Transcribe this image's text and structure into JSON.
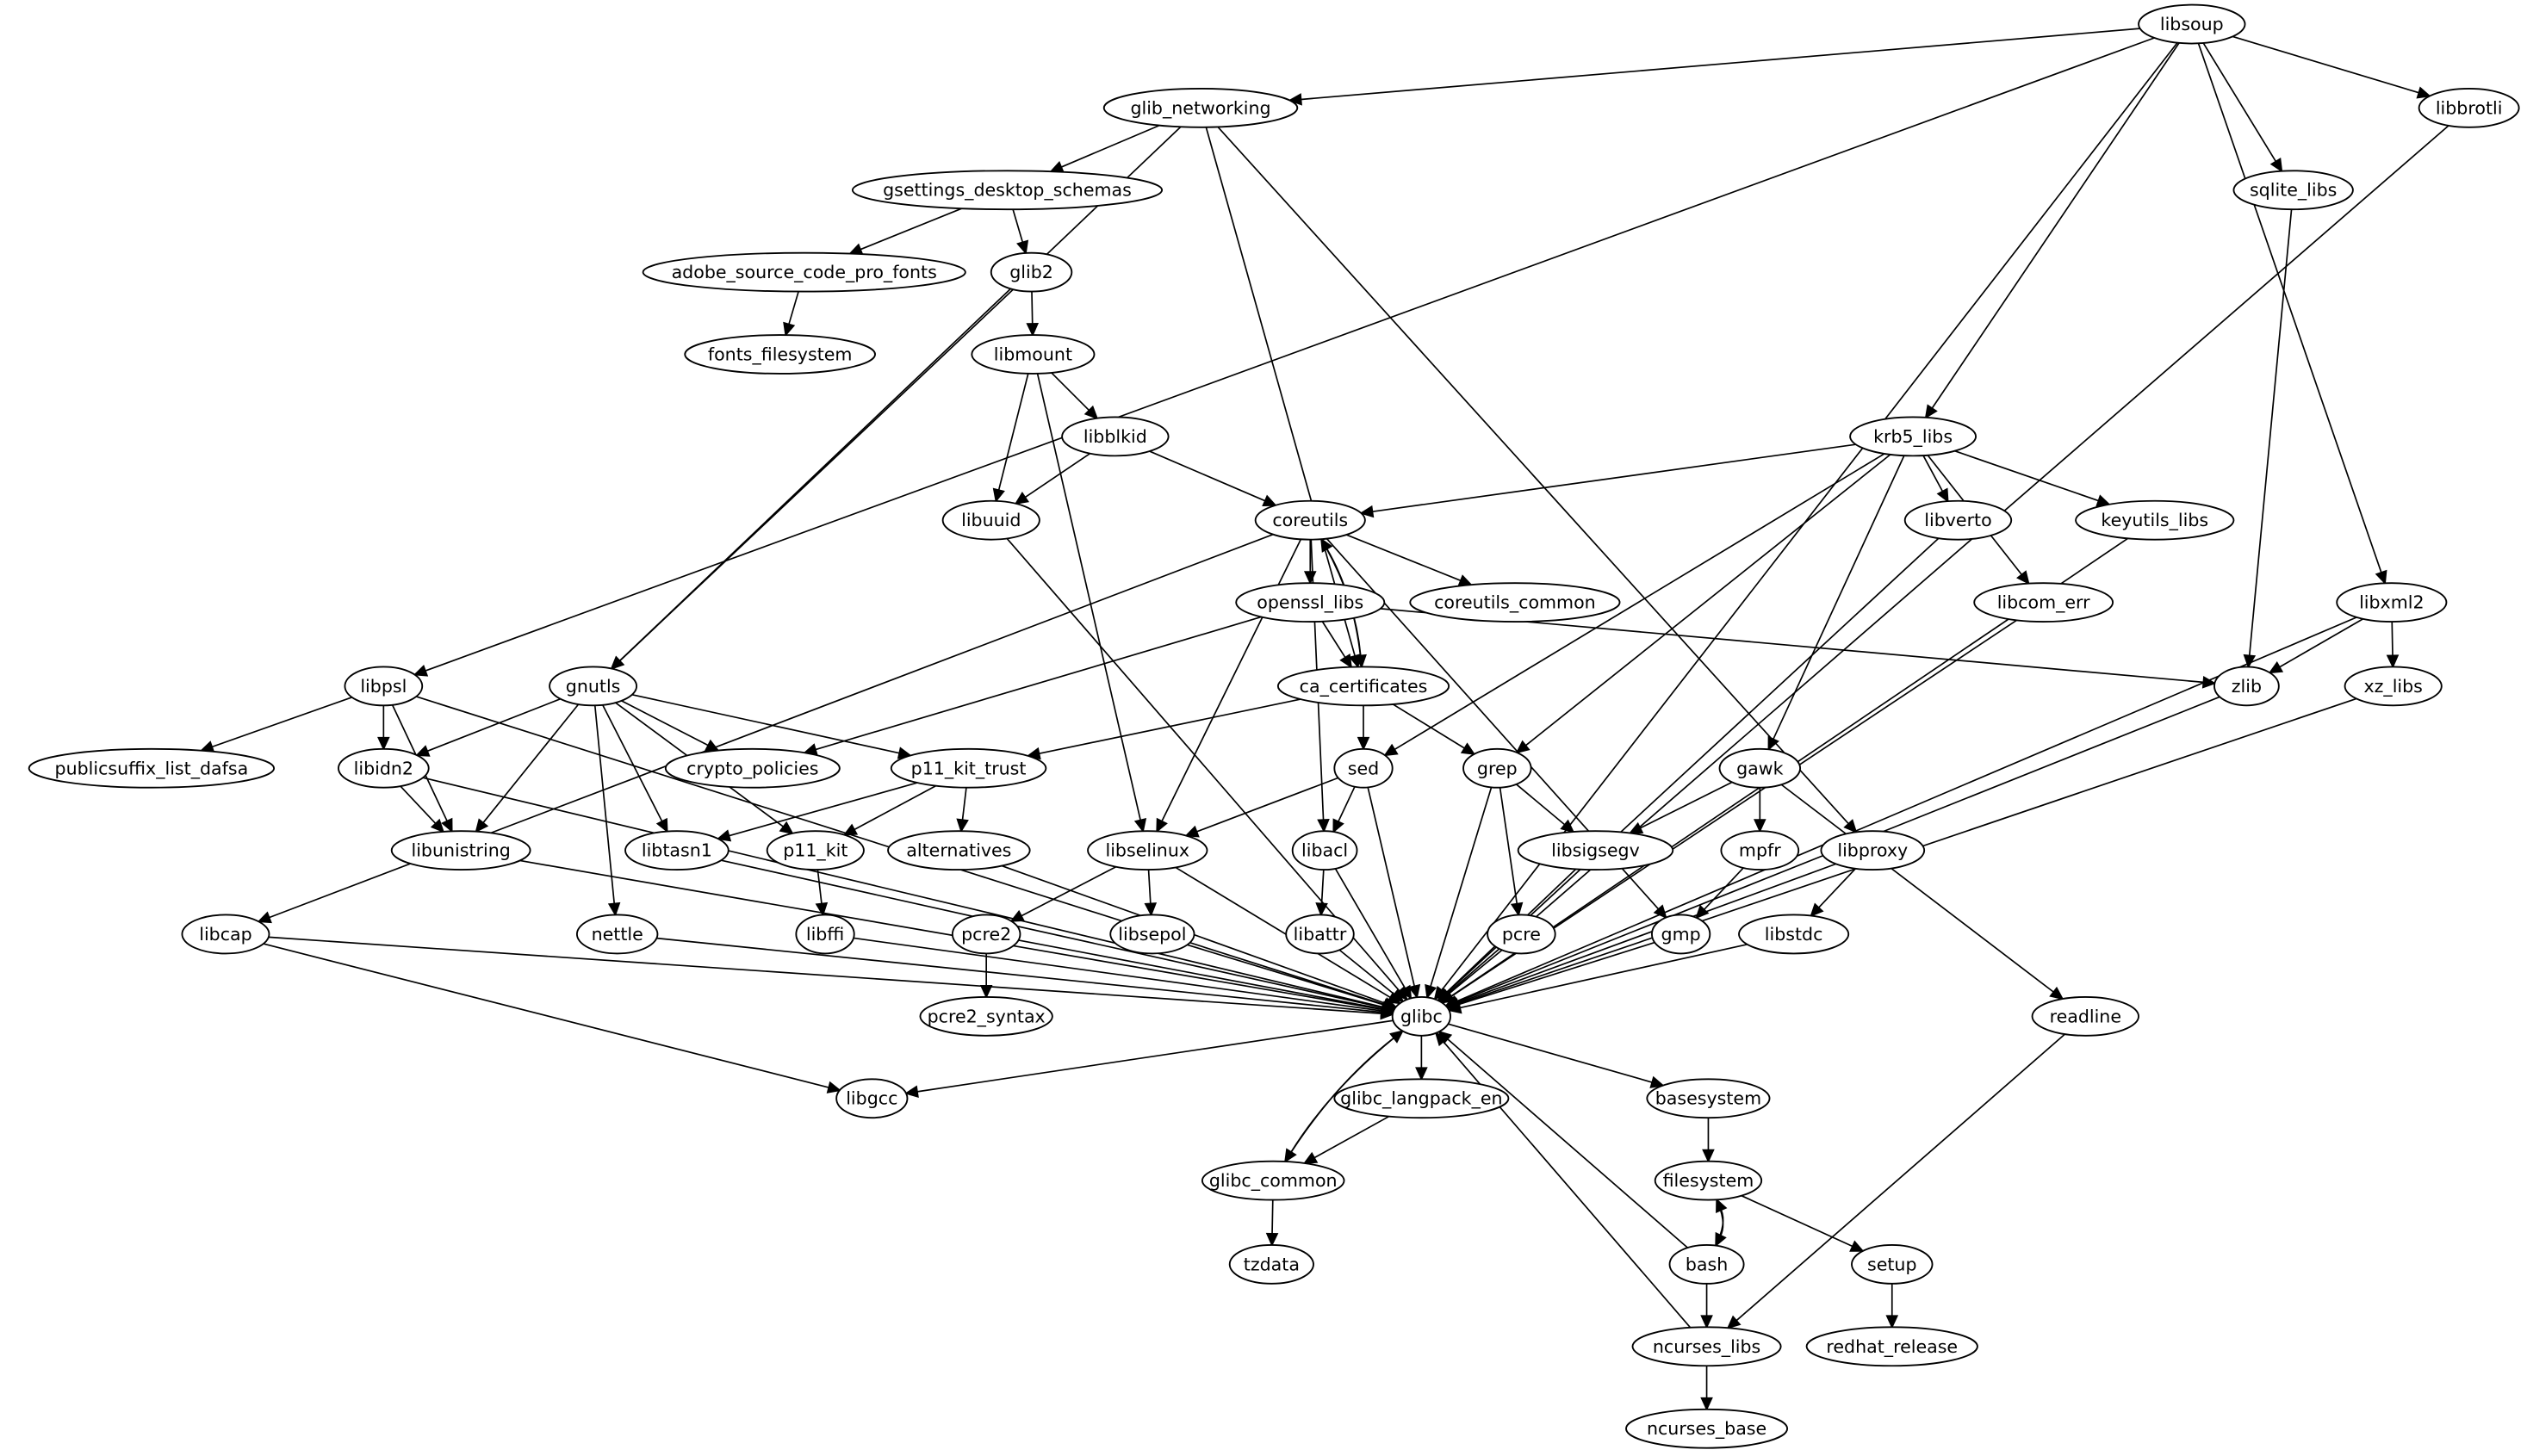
{
  "diagram": {
    "type": "directed-dependency-graph",
    "colors": {
      "node_stroke": "#000000",
      "node_fill": "#ffffff",
      "edge": "#000000",
      "background": "#ffffff"
    },
    "nodes": [
      {
        "id": "libsoup",
        "label": "libsoup"
      },
      {
        "id": "glib_networking",
        "label": "glib_networking"
      },
      {
        "id": "libbrotli",
        "label": "libbrotli"
      },
      {
        "id": "gsettings_desktop_schemas",
        "label": "gsettings_desktop_schemas"
      },
      {
        "id": "sqlite_libs",
        "label": "sqlite_libs"
      },
      {
        "id": "adobe_source_code_pro_fonts",
        "label": "adobe_source_code_pro_fonts"
      },
      {
        "id": "glib2",
        "label": "glib2"
      },
      {
        "id": "fonts_filesystem",
        "label": "fonts_filesystem"
      },
      {
        "id": "libmount",
        "label": "libmount"
      },
      {
        "id": "libblkid",
        "label": "libblkid"
      },
      {
        "id": "krb5_libs",
        "label": "krb5_libs"
      },
      {
        "id": "libuuid",
        "label": "libuuid"
      },
      {
        "id": "coreutils",
        "label": "coreutils"
      },
      {
        "id": "libverto",
        "label": "libverto"
      },
      {
        "id": "keyutils_libs",
        "label": "keyutils_libs"
      },
      {
        "id": "openssl_libs",
        "label": "openssl_libs"
      },
      {
        "id": "coreutils_common",
        "label": "coreutils_common"
      },
      {
        "id": "libcom_err",
        "label": "libcom_err"
      },
      {
        "id": "libxml2",
        "label": "libxml2"
      },
      {
        "id": "libpsl",
        "label": "libpsl"
      },
      {
        "id": "gnutls",
        "label": "gnutls"
      },
      {
        "id": "ca_certificates",
        "label": "ca_certificates"
      },
      {
        "id": "zlib",
        "label": "zlib"
      },
      {
        "id": "xz_libs",
        "label": "xz_libs"
      },
      {
        "id": "publicsuffix_list_dafsa",
        "label": "publicsuffix_list_dafsa"
      },
      {
        "id": "libidn2",
        "label": "libidn2"
      },
      {
        "id": "crypto_policies",
        "label": "crypto_policies"
      },
      {
        "id": "p11_kit_trust",
        "label": "p11_kit_trust"
      },
      {
        "id": "sed",
        "label": "sed"
      },
      {
        "id": "grep",
        "label": "grep"
      },
      {
        "id": "gawk",
        "label": "gawk"
      },
      {
        "id": "libunistring",
        "label": "libunistring"
      },
      {
        "id": "libtasn1",
        "label": "libtasn1"
      },
      {
        "id": "p11_kit",
        "label": "p11_kit"
      },
      {
        "id": "alternatives",
        "label": "alternatives"
      },
      {
        "id": "libselinux",
        "label": "libselinux"
      },
      {
        "id": "libacl",
        "label": "libacl"
      },
      {
        "id": "libsigsegv",
        "label": "libsigsegv"
      },
      {
        "id": "mpfr",
        "label": "mpfr"
      },
      {
        "id": "libproxy",
        "label": "libproxy"
      },
      {
        "id": "libcap",
        "label": "libcap"
      },
      {
        "id": "nettle",
        "label": "nettle"
      },
      {
        "id": "libffi",
        "label": "libffi"
      },
      {
        "id": "pcre2",
        "label": "pcre2"
      },
      {
        "id": "libsepol",
        "label": "libsepol"
      },
      {
        "id": "libattr",
        "label": "libattr"
      },
      {
        "id": "pcre",
        "label": "pcre"
      },
      {
        "id": "gmp",
        "label": "gmp"
      },
      {
        "id": "libstdc",
        "label": "libstdc"
      },
      {
        "id": "glibc",
        "label": "glibc"
      },
      {
        "id": "pcre2_syntax",
        "label": "pcre2_syntax"
      },
      {
        "id": "readline",
        "label": "readline"
      },
      {
        "id": "libgcc",
        "label": "libgcc"
      },
      {
        "id": "glibc_langpack_en",
        "label": "glibc_langpack_en"
      },
      {
        "id": "basesystem",
        "label": "basesystem"
      },
      {
        "id": "glibc_common",
        "label": "glibc_common"
      },
      {
        "id": "filesystem",
        "label": "filesystem"
      },
      {
        "id": "tzdata",
        "label": "tzdata"
      },
      {
        "id": "bash",
        "label": "bash"
      },
      {
        "id": "setup",
        "label": "setup"
      },
      {
        "id": "ncurses_libs",
        "label": "ncurses_libs"
      },
      {
        "id": "redhat_release",
        "label": "redhat_release"
      },
      {
        "id": "ncurses_base",
        "label": "ncurses_base"
      }
    ],
    "edges": [
      [
        "libsoup",
        "glib_networking"
      ],
      [
        "libsoup",
        "libpsl"
      ],
      [
        "libsoup",
        "libbrotli"
      ],
      [
        "libsoup",
        "sqlite_libs"
      ],
      [
        "libsoup",
        "krb5_libs"
      ],
      [
        "libsoup",
        "libxml2"
      ],
      [
        "libsoup",
        "glibc"
      ],
      [
        "glib_networking",
        "gsettings_desktop_schemas"
      ],
      [
        "glib_networking",
        "gnutls"
      ],
      [
        "glib_networking",
        "ca_certificates"
      ],
      [
        "glib_networking",
        "libproxy"
      ],
      [
        "gsettings_desktop_schemas",
        "adobe_source_code_pro_fonts"
      ],
      [
        "gsettings_desktop_schemas",
        "glib2"
      ],
      [
        "adobe_source_code_pro_fonts",
        "fonts_filesystem"
      ],
      [
        "glib2",
        "libmount"
      ],
      [
        "glib2",
        "gnutls"
      ],
      [
        "libmount",
        "libblkid"
      ],
      [
        "libmount",
        "libuuid"
      ],
      [
        "libmount",
        "libselinux"
      ],
      [
        "libblkid",
        "libuuid"
      ],
      [
        "libblkid",
        "coreutils"
      ],
      [
        "libuuid",
        "glibc"
      ],
      [
        "krb5_libs",
        "coreutils"
      ],
      [
        "krb5_libs",
        "libverto"
      ],
      [
        "krb5_libs",
        "keyutils_libs"
      ],
      [
        "krb5_libs",
        "libcom_err"
      ],
      [
        "krb5_libs",
        "sed"
      ],
      [
        "krb5_libs",
        "grep"
      ],
      [
        "krb5_libs",
        "gawk"
      ],
      [
        "coreutils",
        "openssl_libs"
      ],
      [
        "coreutils",
        "coreutils_common"
      ],
      [
        "coreutils",
        "libcap"
      ],
      [
        "coreutils",
        "libselinux"
      ],
      [
        "coreutils",
        "libacl"
      ],
      [
        "coreutils",
        "gmp"
      ],
      [
        "coreutils",
        "ca_certificates"
      ],
      [
        "openssl_libs",
        "ca_certificates"
      ],
      [
        "openssl_libs",
        "crypto_policies"
      ],
      [
        "openssl_libs",
        "zlib"
      ],
      [
        "ca_certificates",
        "coreutils"
      ],
      [
        "ca_certificates",
        "p11_kit_trust"
      ],
      [
        "ca_certificates",
        "sed"
      ],
      [
        "ca_certificates",
        "grep"
      ],
      [
        "libpsl",
        "publicsuffix_list_dafsa"
      ],
      [
        "libpsl",
        "libidn2"
      ],
      [
        "libpsl",
        "libunistring"
      ],
      [
        "libpsl",
        "glibc"
      ],
      [
        "gnutls",
        "libidn2"
      ],
      [
        "gnutls",
        "libunistring"
      ],
      [
        "gnutls",
        "crypto_policies"
      ],
      [
        "gnutls",
        "p11_kit_trust"
      ],
      [
        "gnutls",
        "libtasn1"
      ],
      [
        "gnutls",
        "p11_kit"
      ],
      [
        "gnutls",
        "nettle"
      ],
      [
        "libidn2",
        "libunistring"
      ],
      [
        "libidn2",
        "glibc"
      ],
      [
        "p11_kit_trust",
        "libtasn1"
      ],
      [
        "p11_kit_trust",
        "p11_kit"
      ],
      [
        "p11_kit_trust",
        "alternatives"
      ],
      [
        "sed",
        "libselinux"
      ],
      [
        "sed",
        "libacl"
      ],
      [
        "sed",
        "glibc"
      ],
      [
        "grep",
        "libsigsegv"
      ],
      [
        "grep",
        "pcre"
      ],
      [
        "grep",
        "glibc"
      ],
      [
        "gawk",
        "libsigsegv"
      ],
      [
        "gawk",
        "mpfr"
      ],
      [
        "gawk",
        "readline"
      ],
      [
        "libxml2",
        "zlib"
      ],
      [
        "libxml2",
        "xz_libs"
      ],
      [
        "libxml2",
        "glibc"
      ],
      [
        "libunistring",
        "glibc"
      ],
      [
        "libtasn1",
        "glibc"
      ],
      [
        "p11_kit",
        "libffi"
      ],
      [
        "alternatives",
        "glibc"
      ],
      [
        "libselinux",
        "pcre2"
      ],
      [
        "libselinux",
        "libsepol"
      ],
      [
        "libselinux",
        "glibc"
      ],
      [
        "libacl",
        "libattr"
      ],
      [
        "libacl",
        "glibc"
      ],
      [
        "libsigsegv",
        "glibc"
      ],
      [
        "mpfr",
        "gmp"
      ],
      [
        "libproxy",
        "libstdc"
      ],
      [
        "libproxy",
        "glibc"
      ],
      [
        "libcap",
        "glibc"
      ],
      [
        "libcap",
        "libgcc"
      ],
      [
        "nettle",
        "glibc"
      ],
      [
        "libffi",
        "glibc"
      ],
      [
        "pcre2",
        "pcre2_syntax"
      ],
      [
        "pcre2",
        "glibc"
      ],
      [
        "libsepol",
        "glibc"
      ],
      [
        "libattr",
        "glibc"
      ],
      [
        "pcre",
        "glibc"
      ],
      [
        "gmp",
        "glibc"
      ],
      [
        "libstdc",
        "glibc"
      ],
      [
        "libverto",
        "glibc"
      ],
      [
        "keyutils_libs",
        "glibc"
      ],
      [
        "libcom_err",
        "glibc"
      ],
      [
        "zlib",
        "glibc"
      ],
      [
        "xz_libs",
        "glibc"
      ],
      [
        "sqlite_libs",
        "zlib"
      ],
      [
        "libbrotli",
        "glibc"
      ],
      [
        "glibc",
        "libgcc"
      ],
      [
        "glibc",
        "glibc_langpack_en"
      ],
      [
        "glibc",
        "basesystem"
      ],
      [
        "glibc",
        "glibc_common"
      ],
      [
        "glibc_common",
        "glibc"
      ],
      [
        "glibc_common",
        "tzdata"
      ],
      [
        "glibc_langpack_en",
        "glibc_common"
      ],
      [
        "basesystem",
        "filesystem"
      ],
      [
        "filesystem",
        "bash"
      ],
      [
        "filesystem",
        "setup"
      ],
      [
        "bash",
        "filesystem"
      ],
      [
        "bash",
        "glibc"
      ],
      [
        "bash",
        "ncurses_libs"
      ],
      [
        "setup",
        "redhat_release"
      ],
      [
        "ncurses_libs",
        "glibc"
      ],
      [
        "ncurses_libs",
        "ncurses_base"
      ],
      [
        "readline",
        "ncurses_libs"
      ]
    ]
  }
}
